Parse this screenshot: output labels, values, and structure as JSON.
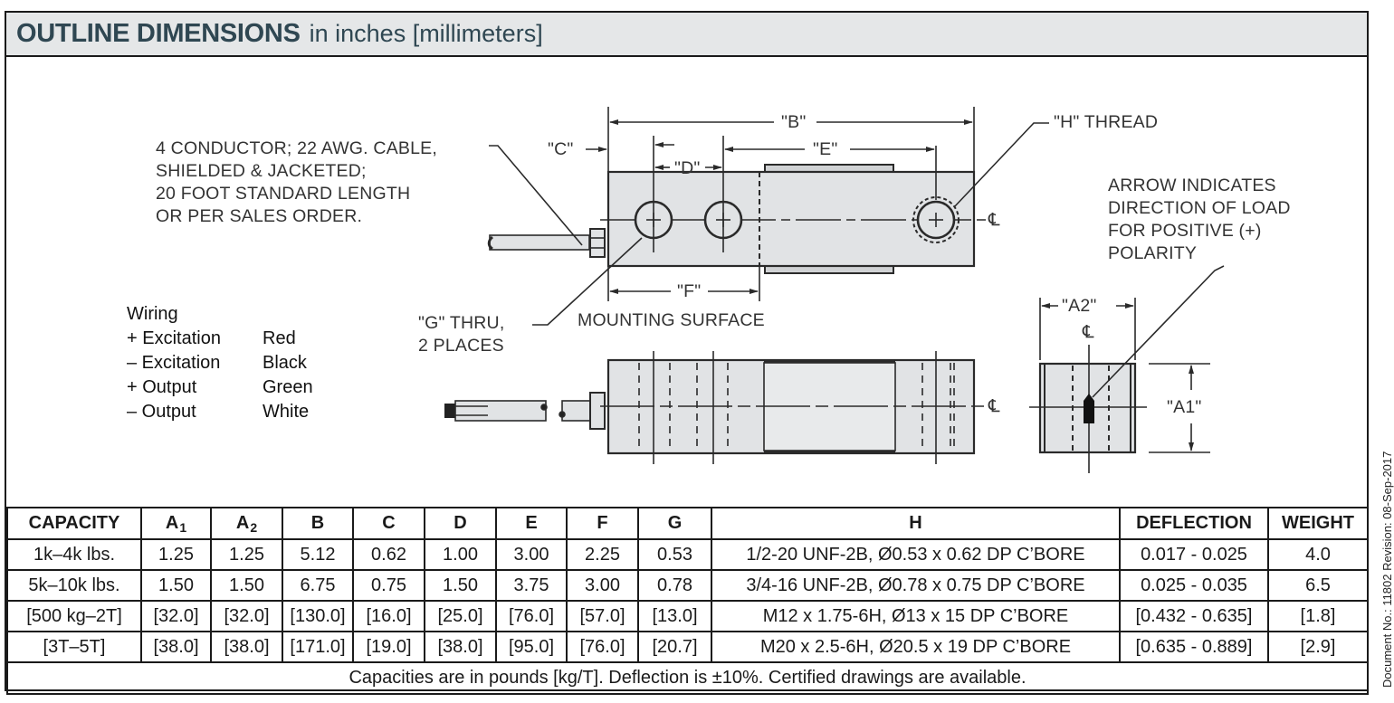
{
  "header": {
    "title_bold": "OUTLINE DIMENSIONS",
    "title_rest": "in inches [millimeters]"
  },
  "drawing": {
    "cable_note": [
      "4 CONDUCTOR; 22 AWG. CABLE,",
      "SHIELDED & JACKETED;",
      "20 FOOT STANDARD LENGTH",
      "OR PER SALES ORDER."
    ],
    "dim_b": "\"B\"",
    "dim_c": "\"C\"",
    "dim_d": "\"D\"",
    "dim_e": "\"E\"",
    "dim_f": "\"F\"",
    "dim_a1": "\"A1\"",
    "dim_a2": "\"A2\"",
    "h_thread": "\"H\" THREAD",
    "g_thru": [
      "\"G\" THRU,",
      "2 PLACES"
    ],
    "mounting_surface": "MOUNTING SURFACE",
    "arrow_note": [
      "ARROW INDICATES",
      "DIRECTION OF LOAD",
      "FOR POSITIVE (+)",
      "POLARITY"
    ],
    "centerline_symbol": "℄",
    "colors": {
      "body_fill": "#e1e3e5",
      "line": "#2a2a2a",
      "header_bg": "#e5e7e8",
      "header_text": "#2f4752"
    }
  },
  "wiring": {
    "title": "Wiring",
    "rows": [
      {
        "signal": "+ Excitation",
        "color": "Red"
      },
      {
        "signal": "– Excitation",
        "color": "Black"
      },
      {
        "signal": "+ Output",
        "color": "Green"
      },
      {
        "signal": "– Output",
        "color": "White"
      }
    ]
  },
  "table": {
    "headers": {
      "capacity": "CAPACITY",
      "a1_base": "A",
      "a1_sub": "1",
      "a2_base": "A",
      "a2_sub": "2",
      "b": "B",
      "c": "C",
      "d": "D",
      "e": "E",
      "f": "F",
      "g": "G",
      "h": "H",
      "deflection": "DEFLECTION",
      "weight": "WEIGHT"
    },
    "rows": [
      [
        "1k–4k lbs.",
        "1.25",
        "1.25",
        "5.12",
        "0.62",
        "1.00",
        "3.00",
        "2.25",
        "0.53",
        "1/2-20 UNF-2B, Ø0.53 x 0.62 DP C’BORE",
        "0.017 - 0.025",
        "4.0"
      ],
      [
        "5k–10k lbs.",
        "1.50",
        "1.50",
        "6.75",
        "0.75",
        "1.50",
        "3.75",
        "3.00",
        "0.78",
        "3/4-16 UNF-2B, Ø0.78 x 0.75 DP C’BORE",
        "0.025 - 0.035",
        "6.5"
      ],
      [
        "[500 kg–2T]",
        "[32.0]",
        "[32.0]",
        "[130.0]",
        "[16.0]",
        "[25.0]",
        "[76.0]",
        "[57.0]",
        "[13.0]",
        "M12 x 1.75-6H, Ø13 x 15 DP C’BORE",
        "[0.432 - 0.635]",
        "[1.8]"
      ],
      [
        "[3T–5T]",
        "[38.0]",
        "[38.0]",
        "[171.0]",
        "[19.0]",
        "[38.0]",
        "[95.0]",
        "[76.0]",
        "[20.7]",
        "M20 x 2.5-6H, Ø20.5 x 19 DP C’BORE",
        "[0.635 - 0.889]",
        "[2.9]"
      ]
    ],
    "footnote": "Capacities are in pounds [kg/T]. Deflection is ±10%. Certified drawings are available."
  },
  "sidebar": {
    "doc_info": "Document No.: 11802 Revision: 08-Sep-2017"
  }
}
